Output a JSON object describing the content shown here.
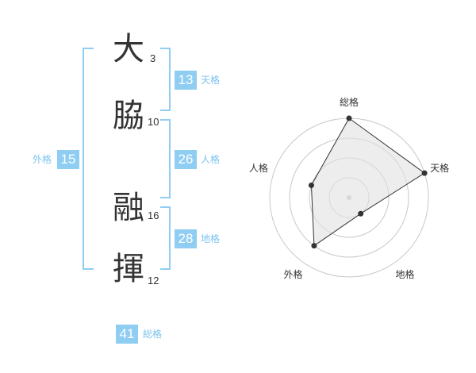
{
  "name": {
    "characters": [
      {
        "char": "大",
        "strokes": "3"
      },
      {
        "char": "脇",
        "strokes": "10"
      },
      {
        "char": "融",
        "strokes": "16"
      },
      {
        "char": "揮",
        "strokes": "12"
      }
    ]
  },
  "fortunes": {
    "tenkaku": {
      "value": "13",
      "label": "天格"
    },
    "jinkaku": {
      "value": "26",
      "label": "人格"
    },
    "chikaku": {
      "value": "28",
      "label": "地格"
    },
    "gaikaku": {
      "value": "15",
      "label": "外格"
    },
    "soukaku": {
      "value": "41",
      "label": "総格"
    }
  },
  "colors": {
    "accent": "#8fcdf2",
    "accent_text": "#7cc3ee",
    "text": "#333333"
  },
  "chart_data": {
    "type": "radar",
    "axes": [
      "総格",
      "天格",
      "地格",
      "外格",
      "人格"
    ],
    "values": [
      1.0,
      1.0,
      0.25,
      0.75,
      0.5
    ],
    "range": [
      0,
      1
    ],
    "rings": 4,
    "grid": true
  }
}
